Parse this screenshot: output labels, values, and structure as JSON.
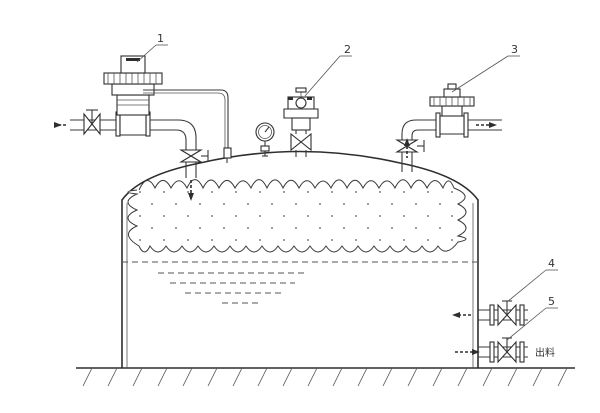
{
  "callouts": [
    {
      "number": "1"
    },
    {
      "number": "2"
    },
    {
      "number": "3"
    },
    {
      "number": "4"
    },
    {
      "number": "5"
    }
  ],
  "discharge_label": "出料"
}
